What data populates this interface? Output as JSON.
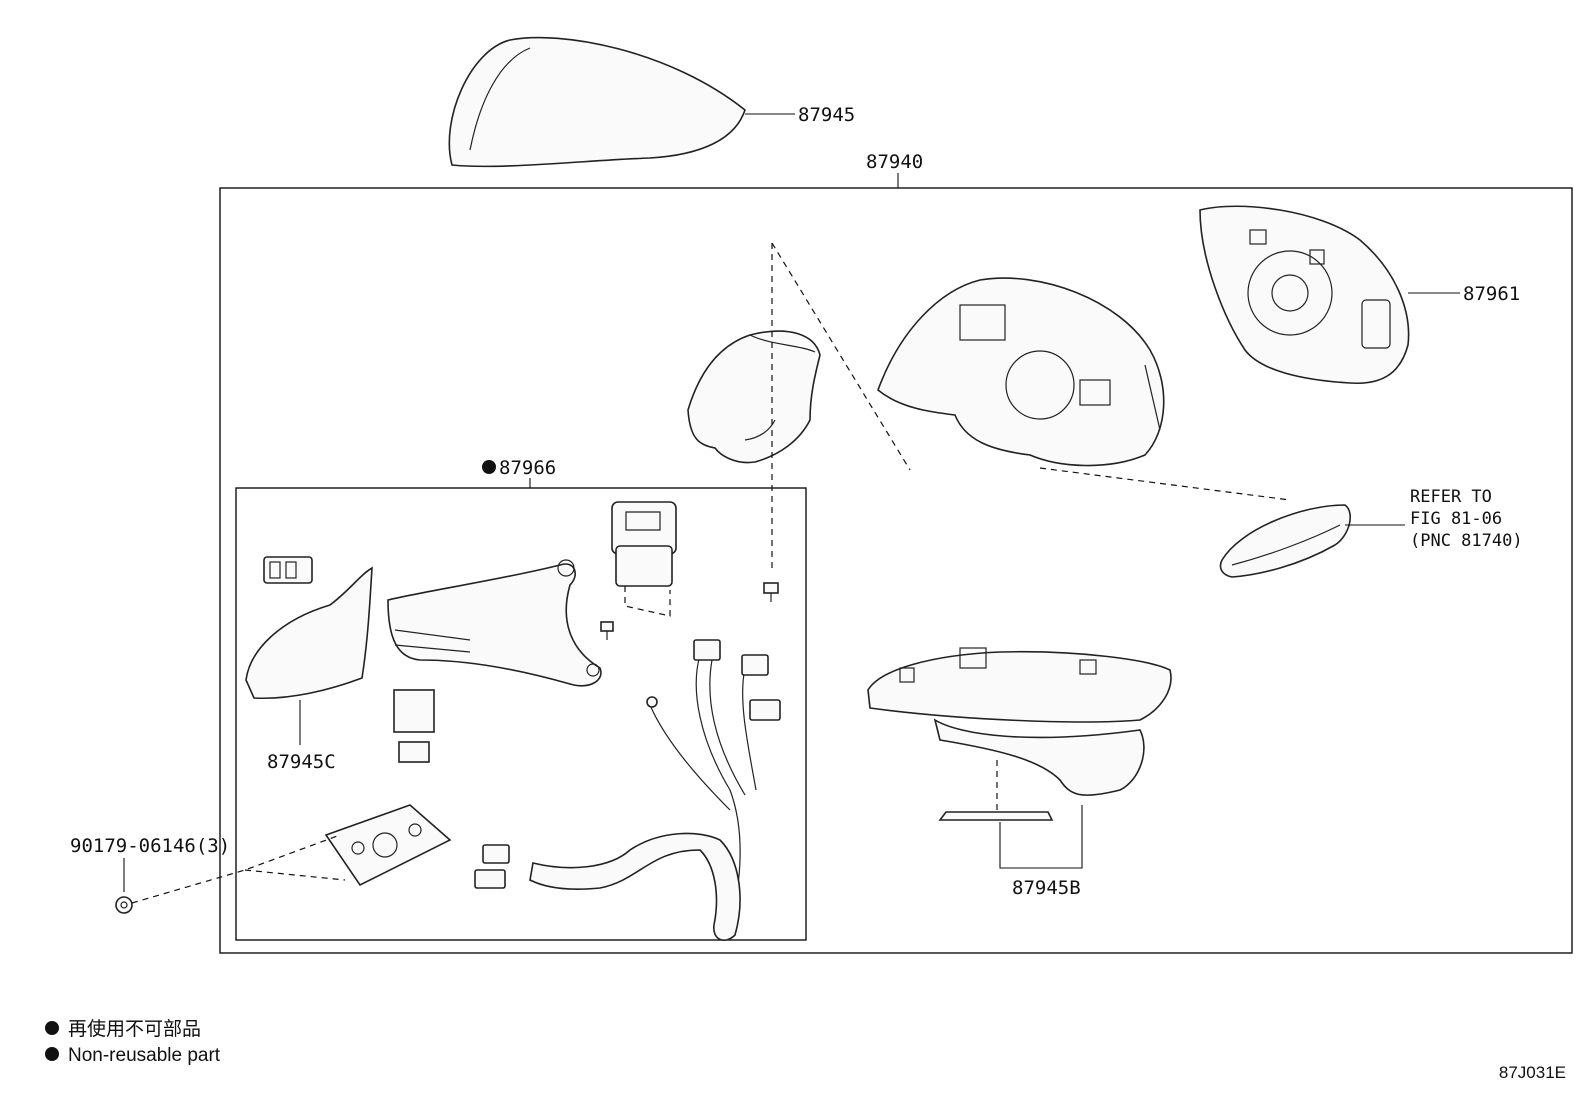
{
  "callouts": {
    "cover": "87945",
    "assembly": "87940",
    "mirror": "87961",
    "refer_line1": "REFER TO",
    "refer_line2": "FIG 81-06",
    "refer_line3": "(PNC 81740)",
    "sub_assembly": "87966",
    "inner_cover": "87945C",
    "lower_cover": "87945B",
    "screw": "90179-06146(3)"
  },
  "legend": {
    "line_jp": "再使用不可部品",
    "line_en": "Non-reusable part"
  },
  "figure_code": "87J031E"
}
